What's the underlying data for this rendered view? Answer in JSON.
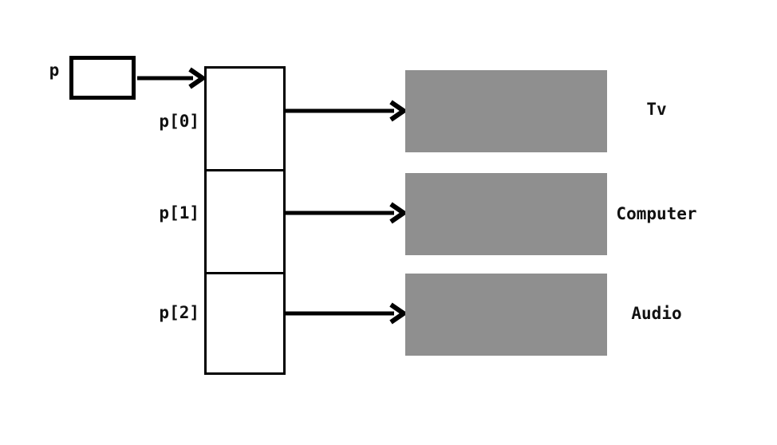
{
  "diagram": {
    "pointer": {
      "label": "p"
    },
    "array_cells": [
      {
        "label": "p[0]",
        "target": "Tv"
      },
      {
        "label": "p[1]",
        "target": "Computer"
      },
      {
        "label": "p[2]",
        "target": "Audio"
      }
    ],
    "colors": {
      "line": "#000000",
      "object_fill": "#8f8f8f",
      "background": "#ffffff"
    }
  }
}
